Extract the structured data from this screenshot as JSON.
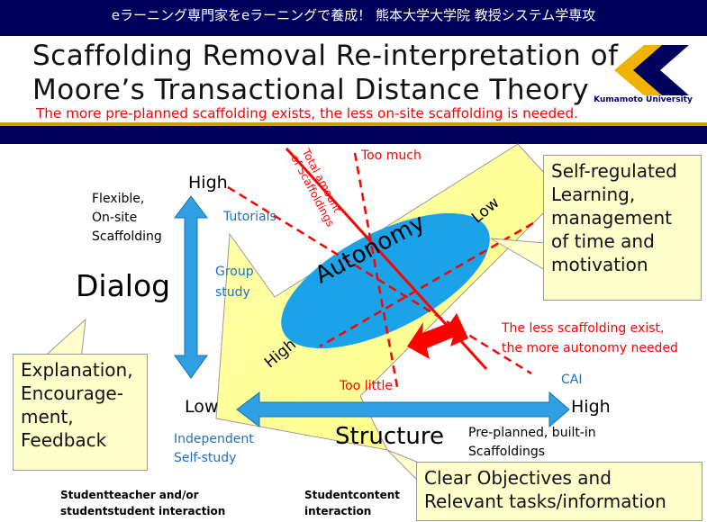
{
  "header": {
    "banner": "eラーニング専門家をeラーニングで養成！ 熊本大学大学院 教授システム学専攻",
    "title_line1": "Scaffolding Removal Re-interpretation of",
    "title_line2": "Moore’s Transactional Distance Theory",
    "subtitle": "The more pre-planned scaffolding exists, the less on-site scaffolding is needed.",
    "university": "Kumamoto University"
  },
  "diagram": {
    "dialog_label": "Dialog",
    "structure_label": "Structure",
    "dialog_high": "High",
    "dialog_low": "Low",
    "structure_high": "High",
    "flexible_label": [
      "Flexible,",
      "On-site",
      "Scaffolding"
    ],
    "preplanned_label": [
      "Pre-planned, built-in",
      "Scaffoldings"
    ],
    "tutorials": "Tutorials",
    "group_study": [
      "Group",
      "study"
    ],
    "independent": [
      "Independent",
      "Self-study"
    ],
    "cai": "CAI",
    "autonomy": "Autonomy",
    "autonomy_low": "Low",
    "autonomy_high": "High",
    "total_scaffolding": [
      "Total amount",
      "of Scaffoldings"
    ],
    "too_much": "Too much",
    "too_little": "Too little",
    "less_scaffolding": [
      "The less scaffolding exist,",
      "the more autonomy needed"
    ],
    "student_teacher": [
      "Studentteacher and/or",
      "studentstudent interaction"
    ],
    "student_content": [
      "Studentcontent",
      "interaction"
    ]
  },
  "callouts": {
    "self_regulated": [
      "Self-regulated",
      "Learning,",
      "management",
      "of time and",
      "motivation"
    ],
    "explanation": [
      "Explanation,",
      "Encourage-",
      "ment,",
      "Feedback"
    ],
    "clear_objectives": [
      "Clear Objectives and",
      "Relevant tasks/information"
    ]
  },
  "colors": {
    "navy": "#00005c",
    "red": "#ff0000",
    "blue_text": "#1f6fbf",
    "arrow_blue": "#3aa6e6",
    "yellow_arrow": "#ffff99",
    "callout_bg": "#ffffcc",
    "ellipse": "#1aa3e8"
  }
}
